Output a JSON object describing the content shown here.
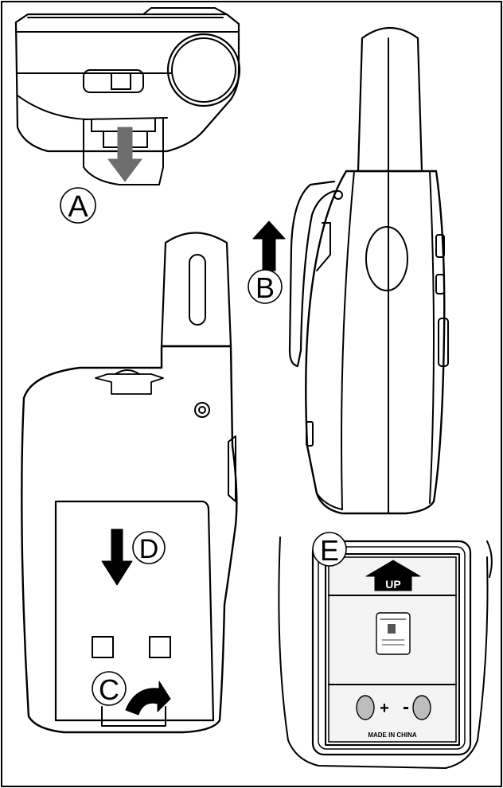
{
  "labels": {
    "a": "A",
    "b": "B",
    "c": "C",
    "d": "D",
    "e": "E"
  },
  "battery_panel": {
    "up_label": "UP",
    "plus": "+",
    "minus": "-",
    "made_in": "MADE IN CHINA"
  },
  "colors": {
    "ink": "#000000",
    "arrow_gray": "#6e6e6e",
    "terminal_gray": "#bdbdbd",
    "panel_fill": "#f4f4f4"
  },
  "icons": {
    "arrow_down": "arrow-down-icon",
    "arrow_up": "arrow-up-icon",
    "rotate": "rotate-arrow-icon",
    "up_arrow_box": "up-arrow-box-icon"
  }
}
